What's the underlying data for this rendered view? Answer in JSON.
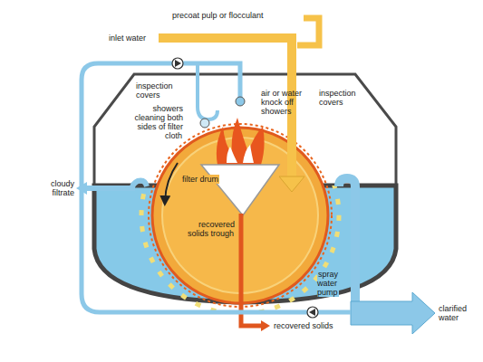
{
  "diagram": {
    "labels": [
      "precoat pulp or flocculant",
      "inlet water",
      "inspection covers",
      "showers cleaning both sides of filter cloth",
      "air or water knock off showers",
      "inspection covers",
      "cloudy filtrate",
      "filter drum",
      "recovered solids trough",
      "spray water pump",
      "clarified water",
      "recovered solids"
    ]
  }
}
